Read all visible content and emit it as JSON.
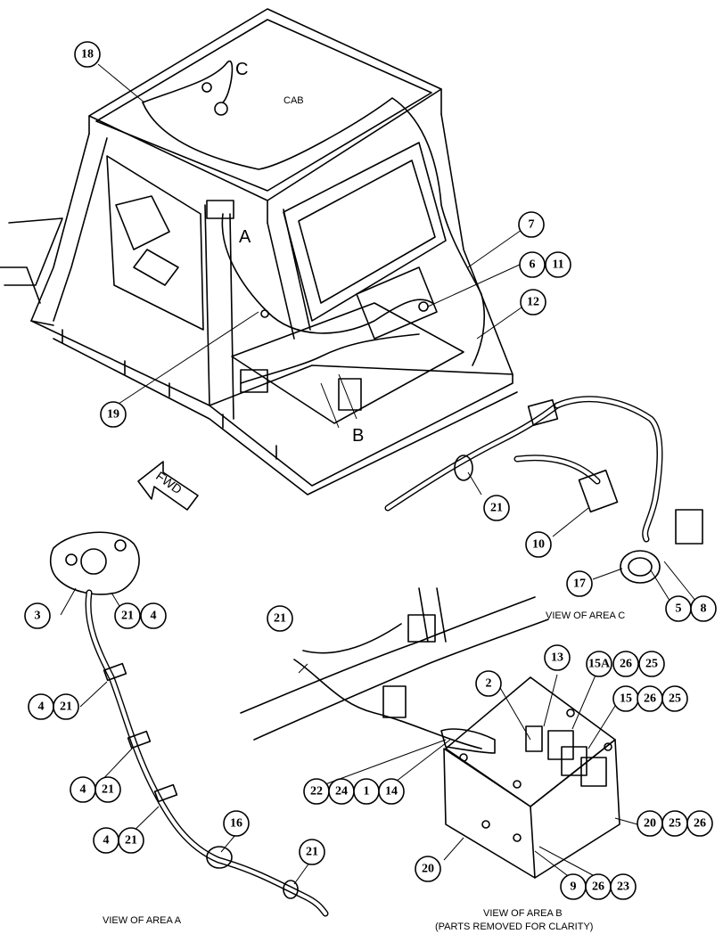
{
  "cab_label": "CAB",
  "area_letters": {
    "a": "A",
    "b": "B",
    "c": "C"
  },
  "fwd_label": "FWD",
  "views": {
    "area_a": "VIEW OF AREA A",
    "area_b": "VIEW OF AREA B",
    "area_b_note": "(PARTS REMOVED FOR CLARITY)",
    "area_c": "VIEW OF AREA C"
  },
  "callouts": {
    "c1": "18",
    "c2": "19",
    "c3": "7",
    "c4": "6",
    "c5": "11",
    "c6": "12",
    "c7": "21",
    "c8": "10",
    "c9": "17",
    "c10": "5",
    "c11": "8",
    "c12": "3",
    "c13": "21",
    "c14": "4",
    "c15": "4",
    "c16": "21",
    "c17": "4",
    "c18": "21",
    "c19": "4",
    "c20": "21",
    "c21": "16",
    "c22": "21",
    "c23": "21",
    "c24": "2",
    "c25": "13",
    "c26": "15A",
    "c27": "26",
    "c28": "25",
    "c29": "15",
    "c30": "26",
    "c31": "25",
    "c32": "22",
    "c33": "24",
    "c34": "1",
    "c35": "14",
    "c36": "20",
    "c37": "25",
    "c38": "26",
    "c39": "20",
    "c40": "9",
    "c41": "26",
    "c42": "23"
  }
}
